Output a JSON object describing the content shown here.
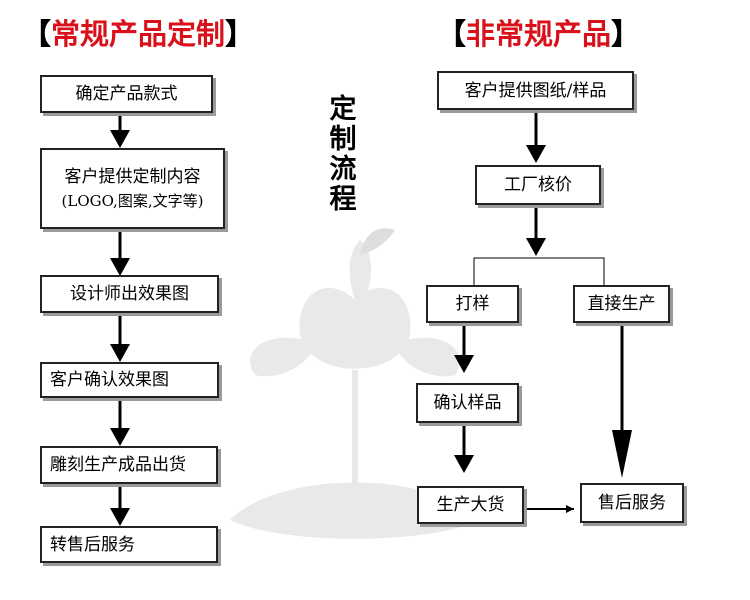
{
  "left_title": {
    "open": "【",
    "text": "常规产品定制",
    "close": "】"
  },
  "right_title": {
    "open": "【",
    "text": "非常规产品",
    "close": "】"
  },
  "center_title": [
    "定",
    "制",
    "流",
    "程"
  ],
  "left_steps": [
    "确定产品款式",
    "客户提供定制内容",
    "(LOGO,图案,文字等)",
    "设计师出效果图",
    "客户确认效果图",
    "雕刻生产成品出货",
    "转售后服务"
  ],
  "right_steps": {
    "start": "客户提供图纸/样品",
    "quote": "工厂核价",
    "sample": "打样",
    "direct": "直接生产",
    "confirm": "确认样品",
    "mass": "生产大货",
    "service": "售后服务"
  },
  "colors": {
    "title": "#d8111b",
    "line": "#000000",
    "box_border": "#222222"
  }
}
